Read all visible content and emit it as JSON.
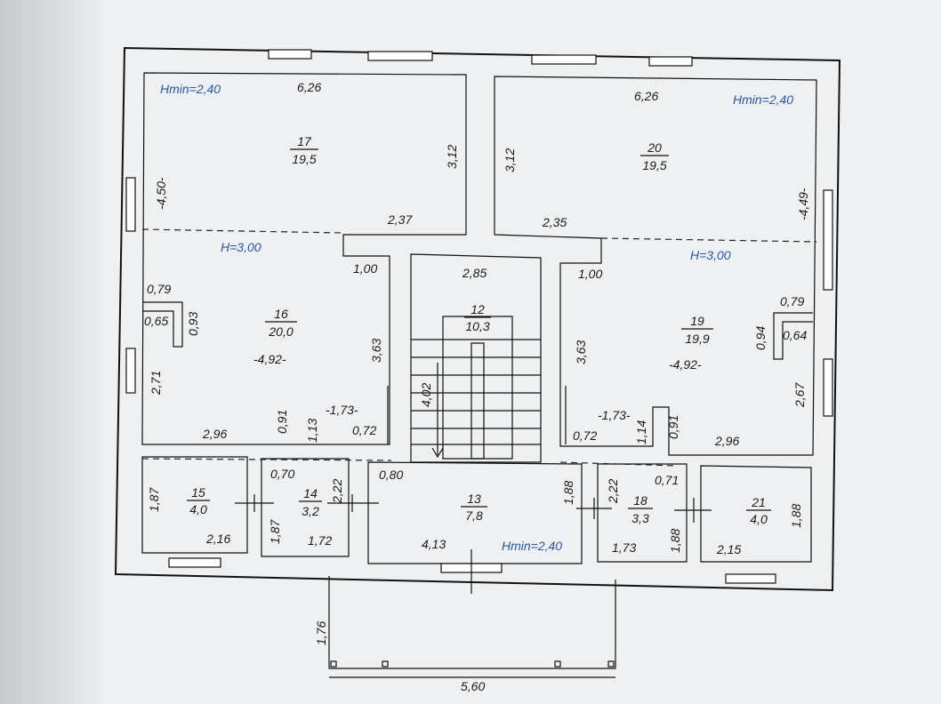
{
  "heights": {
    "hmin_tl": "Hmin=2,40",
    "hmin_tr": "Hmin=2,40",
    "hmin_bottom": "Hmin=2,40",
    "h_left": "H=3,00",
    "h_right": "H=3,00"
  },
  "rooms": {
    "r17": {
      "num": "17",
      "area": "19,5"
    },
    "r20": {
      "num": "20",
      "area": "19,5"
    },
    "r16": {
      "num": "16",
      "area": "20,0"
    },
    "r19": {
      "num": "19",
      "area": "19,9"
    },
    "r12": {
      "num": "12",
      "area": "10,3"
    },
    "r15": {
      "num": "15",
      "area": "4,0"
    },
    "r14": {
      "num": "14",
      "area": "3,2"
    },
    "r13": {
      "num": "13",
      "area": "7,8"
    },
    "r18": {
      "num": "18",
      "area": "3,3"
    },
    "r21": {
      "num": "21",
      "area": "4,0"
    }
  },
  "dims": {
    "d_626_left": "6,26",
    "d_626_right": "6,26",
    "d_312_a": "3,12",
    "d_312_b": "3,12",
    "d_450": "-4,50-",
    "d_449": "-4,49-",
    "d_237": "2,37",
    "d_235": "2,35",
    "d_100_left": "1,00",
    "d_100_right": "1,00",
    "d_285": "2,85",
    "d_079_left": "0,79",
    "d_079_right": "0,79",
    "d_065": "0,65",
    "d_093": "0,93",
    "d_094": "0,94",
    "d_064": "0,64",
    "d_363_left": "3,63",
    "d_363_right": "3,63",
    "d_492_left": "-4,92-",
    "d_492_right": "-4,92-",
    "d_271": "2,71",
    "d_267": "2,67",
    "d_091_left": "0,91",
    "d_091_right": "0,91",
    "d_113": "1,13",
    "d_114": "1,14",
    "d_173_left": "-1,73-",
    "d_173_right": "-1,73-",
    "d_072_left": "0,72",
    "d_072_right": "0,72",
    "d_296_left": "2,96",
    "d_296_right": "2,96",
    "d_402": "4,02",
    "d_070": "0,70",
    "d_222_left": "2,22",
    "d_222_right": "2,22",
    "d_080": "0,80",
    "d_188_a": "1,88",
    "d_071": "0,71",
    "d_187_a": "1,87",
    "d_187_b": "1,87",
    "d_216": "2,16",
    "d_172": "1,72",
    "d_413": "4,13",
    "d_173_b": "1,73",
    "d_188_b": "1,88",
    "d_215": "2,15",
    "d_188_c": "1,88",
    "d_176": "1,76",
    "d_560": "5,60"
  }
}
